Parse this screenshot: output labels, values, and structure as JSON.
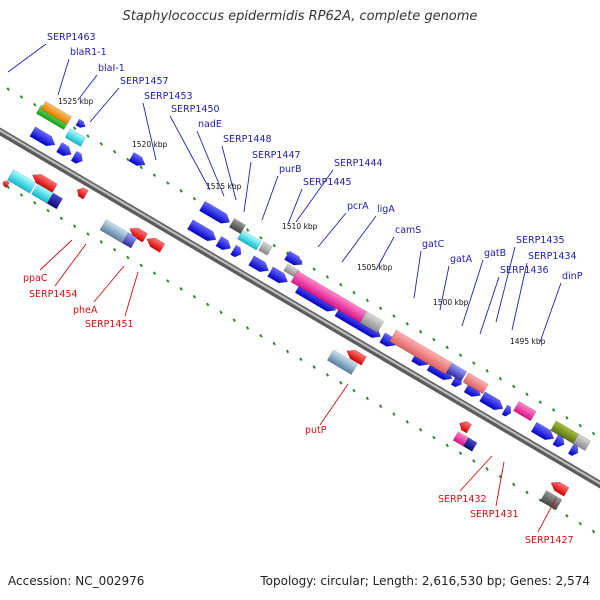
{
  "title": "Staphylococcus epidermidis RP62A, complete genome",
  "footer": {
    "accession": "Accession: NC_002976",
    "summary": "Topology: circular; Length: 2,616,530 bp; Genes: 2,574"
  },
  "colors": {
    "backbone": "#8c8c8c",
    "forward_label": "#2222aa",
    "reverse_label": "#cc1111",
    "forward_arrow": "#1f1fe0",
    "reverse_arrow": "#ee1111",
    "tick_dot": "#2a8a2a"
  },
  "tick_labels": [
    "1525 kbp",
    "1520 kbp",
    "1515 kbp",
    "1510 kbp",
    "1505 kbp",
    "1500 kbp",
    "1495 kbp"
  ],
  "forward_labels": [
    "SERP1463",
    "blaR1-1",
    "blaI-1",
    "SERP1457",
    "SERP1453",
    "SERP1450",
    "nadE",
    "SERP1448",
    "SERP1447",
    "purB",
    "SERP1445",
    "SERP1444",
    "pcrA",
    "ligA",
    "camS",
    "gatC",
    "gatA",
    "gatB",
    "SERP1436",
    "SERP1435",
    "SERP1434",
    "dinP"
  ],
  "reverse_labels": [
    "ppaC",
    "SERP1454",
    "pheA",
    "SERP1451",
    "putP",
    "SERP1432",
    "SERP1431",
    "SERP1427"
  ]
}
